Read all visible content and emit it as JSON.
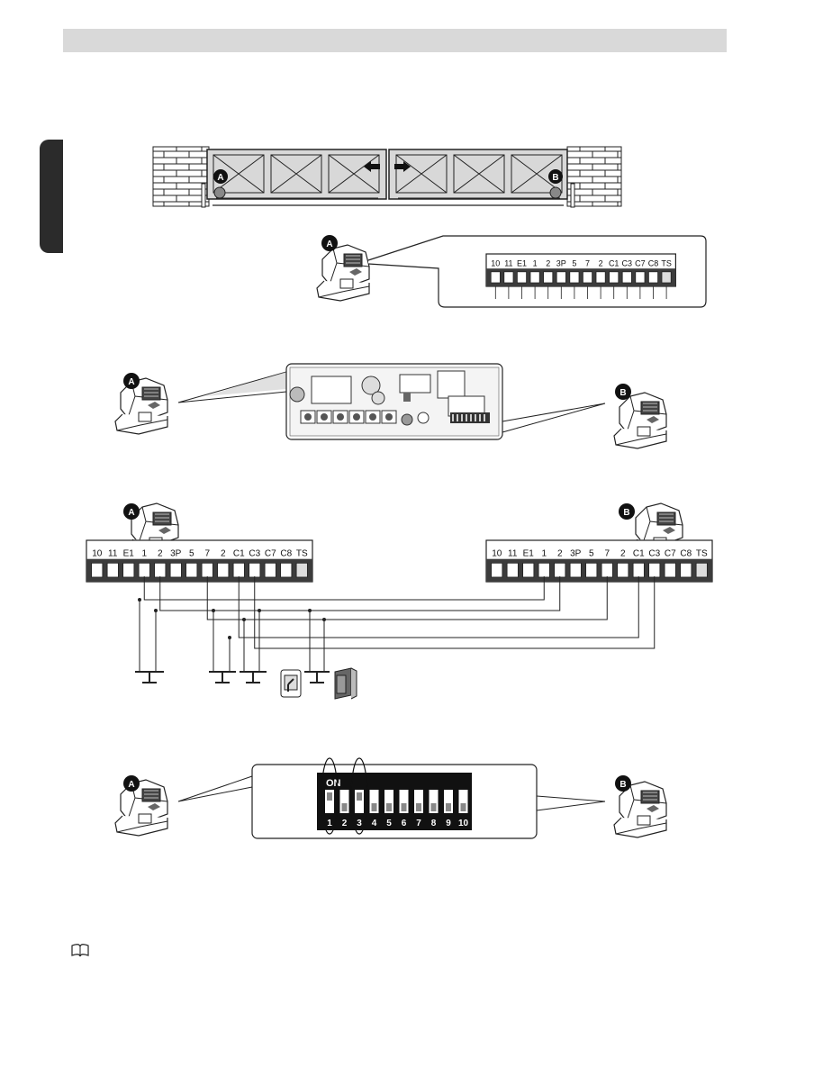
{
  "markers": {
    "a": "A",
    "b": "B"
  },
  "terminal_labels": [
    "10",
    "11",
    "E1",
    "1",
    "2",
    "3P",
    "5",
    "7",
    "2",
    "C1",
    "C3",
    "C7",
    "C8",
    "TS"
  ],
  "dip_switch": {
    "on_label": "ON",
    "numbers": [
      "1",
      "2",
      "3",
      "4",
      "5",
      "6",
      "7",
      "8",
      "9",
      "10"
    ],
    "on_positions": [
      1,
      3
    ]
  },
  "colors": {
    "header_bar": "#d9d9d9",
    "side_tab": "#2b2b2b",
    "strip_dark": "#3c3c3c",
    "gate_fill": "#d8d8d8",
    "brick_fill": "#ffffff"
  },
  "icons": [
    "book-icon",
    "arrow-left-icon",
    "arrow-right-icon",
    "push-button-icon",
    "key-switch-icon",
    "radio-receiver-icon",
    "motor-unit-icon"
  ]
}
